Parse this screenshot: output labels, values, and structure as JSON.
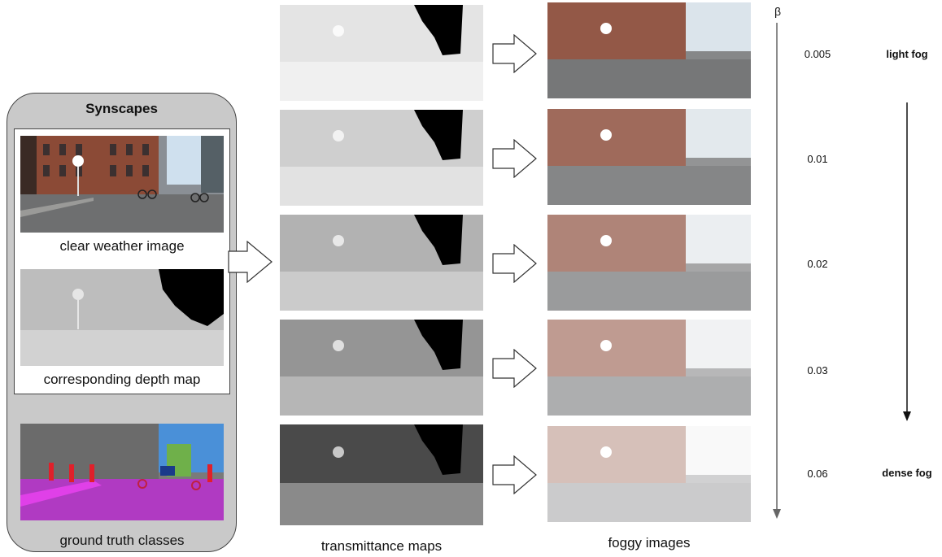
{
  "panel": {
    "title": "Synscapes",
    "clear_caption": "clear weather image",
    "depth_caption": "corresponding depth map",
    "gt_caption": "ground truth classes"
  },
  "columns": {
    "transmittance_caption": "transmittance maps",
    "foggy_caption": "foggy images"
  },
  "beta": {
    "symbol": "β",
    "values": [
      "0.005",
      "0.01",
      "0.02",
      "0.03",
      "0.06"
    ]
  },
  "fog_scale": {
    "light": "light fog",
    "dense": "dense fog"
  },
  "colors": {
    "panel_bg": "#c9c9c9",
    "arrow_fill": "#ffffff",
    "segmentation_road": "#b03ac2",
    "segmentation_sky": "#4a90d8"
  }
}
